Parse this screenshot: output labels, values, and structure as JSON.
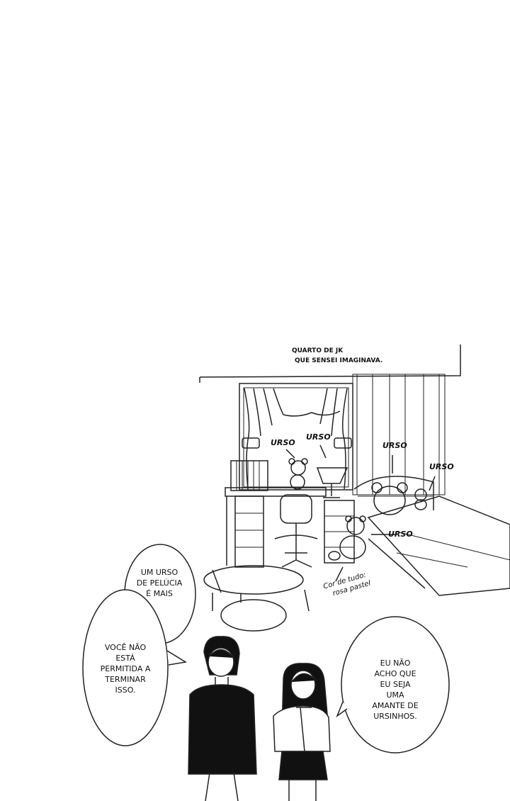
{
  "caption": {
    "line1": "QUARTO DE JK",
    "line2": "QUE SENSEI IMAGINAVA."
  },
  "labels": {
    "urso_window": "URSO",
    "urso_lamp": "URSO",
    "urso_bed": "URSO",
    "urso_small": "URSO",
    "urso_floor": "URSO"
  },
  "note": {
    "line1": "Cor de tudo:",
    "line2": "rosa pastel"
  },
  "bubbles": {
    "b1": {
      "line1": "UM URSO",
      "line2": "DE PELÚCIA",
      "line3": "É MAIS"
    },
    "b2": {
      "line1": "VOCÊ NÃO",
      "line2": "ESTÁ",
      "line3": "PERMITIDA A",
      "line4": "TERMINAR",
      "line5": "ISSO."
    },
    "b3": {
      "line1": "EU NÃO",
      "line2": "ACHO QUE",
      "line3": "EU SEJA",
      "line4": "UMA",
      "line5": "AMANTE DE",
      "line6": "URSINHOS."
    }
  }
}
